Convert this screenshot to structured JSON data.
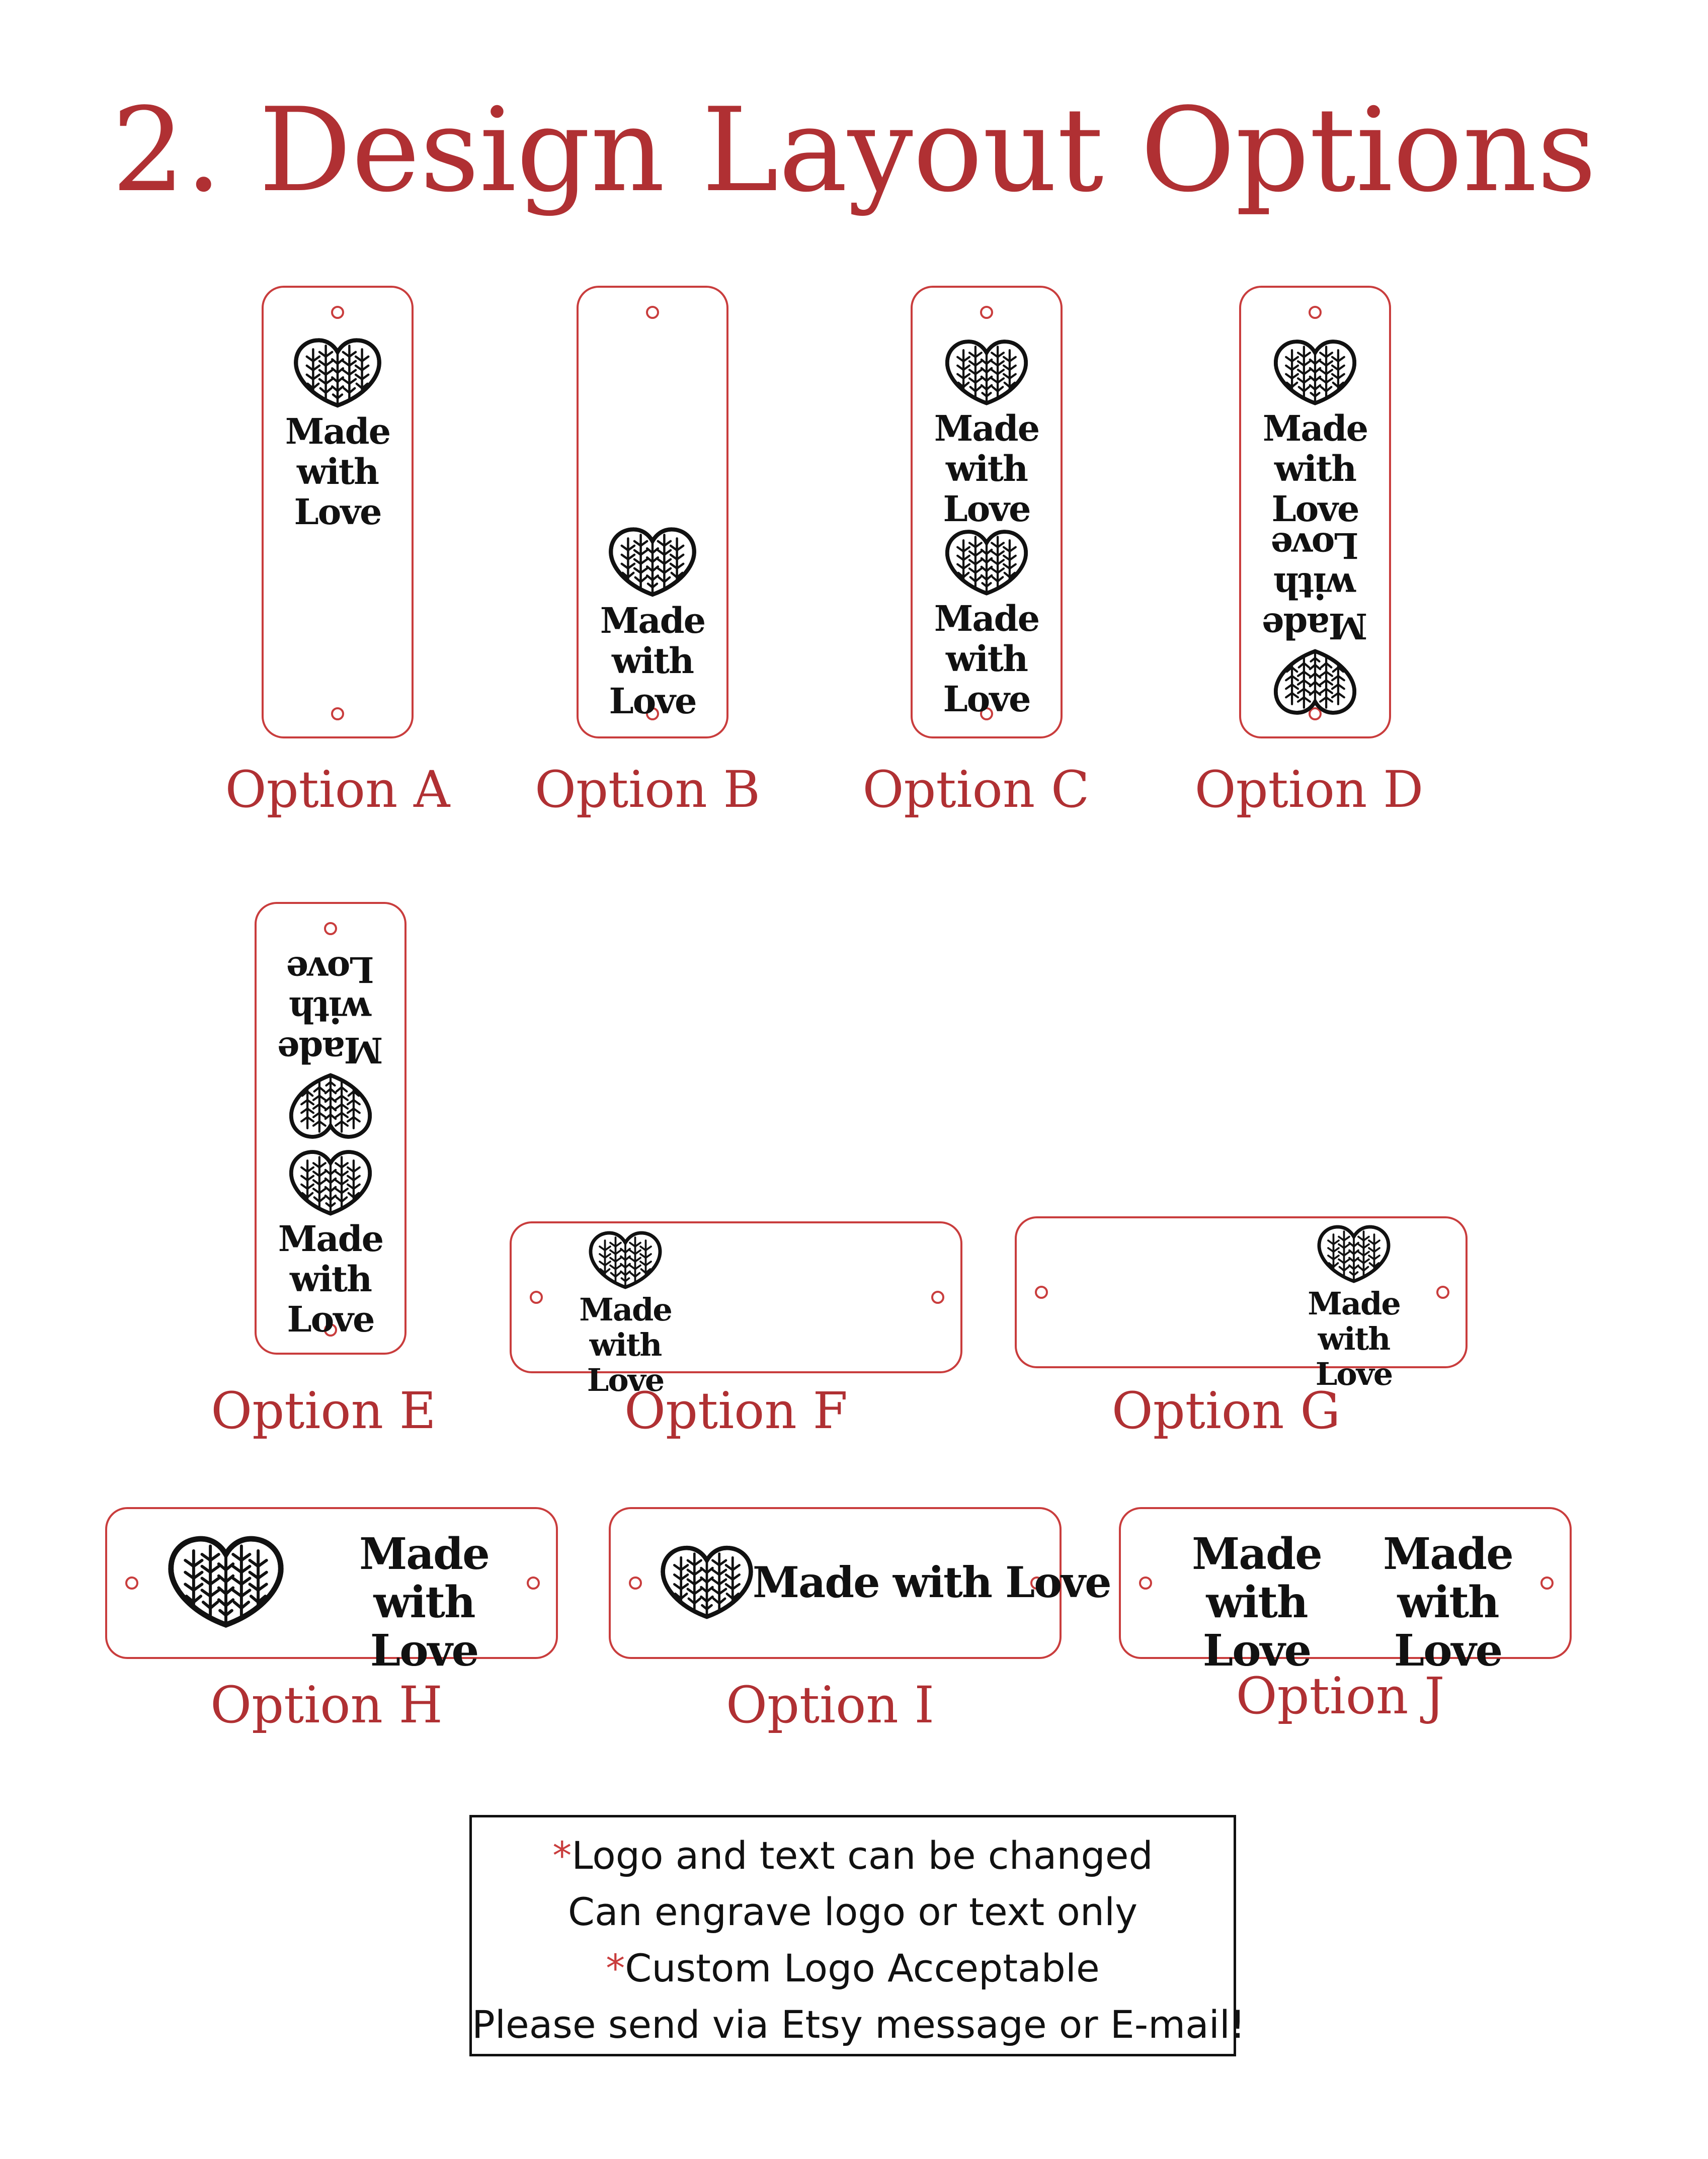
{
  "title": "2. Design Layout Options",
  "colors": {
    "accent": "#b03033",
    "outline": "#c93d3d",
    "text": "#111111"
  },
  "motif": {
    "icon": "knit-heart-icon",
    "line1": "Made with",
    "line2": "Love",
    "single_line": "Made with Love"
  },
  "options": [
    {
      "id": "A",
      "caption": "Option A"
    },
    {
      "id": "B",
      "caption": "Option B"
    },
    {
      "id": "C",
      "caption": "Option C"
    },
    {
      "id": "D",
      "caption": "Option D"
    },
    {
      "id": "E",
      "caption": "Option E"
    },
    {
      "id": "F",
      "caption": "Option F"
    },
    {
      "id": "G",
      "caption": "Option G"
    },
    {
      "id": "H",
      "caption": "Option H"
    },
    {
      "id": "I",
      "caption": "Option I"
    },
    {
      "id": "J",
      "caption": "Option J"
    }
  ],
  "notes": {
    "marker": "*",
    "line1": "Logo and text can be changed",
    "line2": "Can engrave logo or text only",
    "line3": "Custom Logo Acceptable",
    "line4": "Please send via Etsy message or E-mail!"
  }
}
